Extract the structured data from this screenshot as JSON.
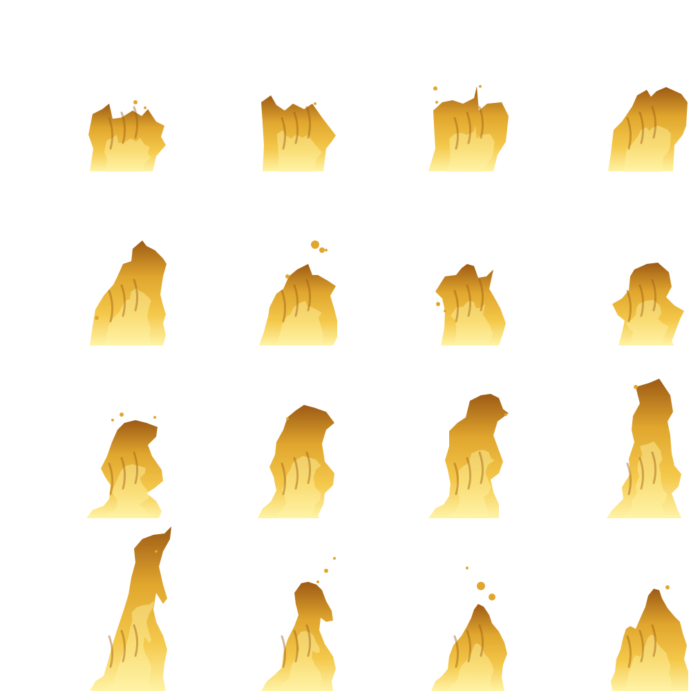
{
  "sprite_sheet": {
    "grid": {
      "rows": 4,
      "columns": 4
    },
    "palette": {
      "light": "#fff3a6",
      "mid": "#f4c84a",
      "base": "#e0a62e",
      "dark": "#9c5a14",
      "background": "#ffffff"
    },
    "frames": [
      {
        "icon": "flame-icon",
        "shape": "low-wide"
      },
      {
        "icon": "flame-icon",
        "shape": "low-wide"
      },
      {
        "icon": "flame-icon",
        "shape": "low-wide"
      },
      {
        "icon": "flame-icon",
        "shape": "low-wide"
      },
      {
        "icon": "flame-icon",
        "shape": "rising"
      },
      {
        "icon": "flame-icon",
        "shape": "rising"
      },
      {
        "icon": "flame-icon",
        "shape": "rising"
      },
      {
        "icon": "flame-icon",
        "shape": "rising"
      },
      {
        "icon": "flame-icon",
        "shape": "tall"
      },
      {
        "icon": "flame-icon",
        "shape": "tall"
      },
      {
        "icon": "flame-icon",
        "shape": "tall"
      },
      {
        "icon": "flame-icon",
        "shape": "tall"
      },
      {
        "icon": "flame-icon",
        "shape": "tall-flicker"
      },
      {
        "icon": "flame-icon",
        "shape": "tall-flicker"
      },
      {
        "icon": "flame-icon",
        "shape": "tall-flicker"
      },
      {
        "icon": "flame-icon",
        "shape": "peaked"
      }
    ]
  }
}
